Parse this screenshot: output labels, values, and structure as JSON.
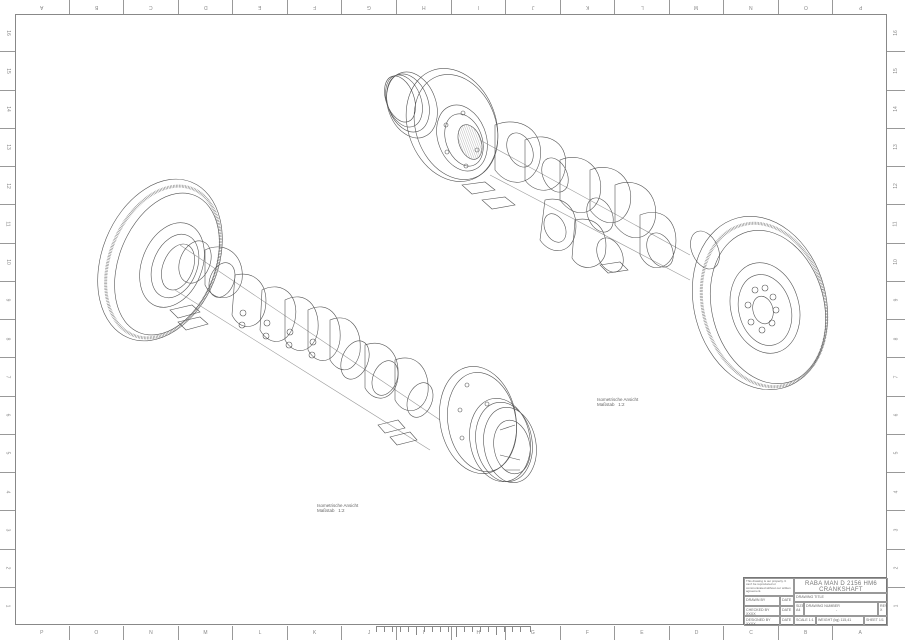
{
  "sheet": {
    "zones_top": [
      "A",
      "B",
      "C",
      "D",
      "E",
      "F",
      "G",
      "H",
      "I",
      "J",
      "K",
      "L",
      "M",
      "N",
      "O",
      "P"
    ],
    "zones_bottom": [
      "P",
      "O",
      "N",
      "M",
      "L",
      "K",
      "J",
      "I",
      "H",
      "G",
      "F",
      "E",
      "D",
      "C",
      "B",
      "A"
    ],
    "zones_left": [
      "16",
      "15",
      "14",
      "13",
      "12",
      "11",
      "10",
      "9",
      "8",
      "7",
      "6",
      "5",
      "4",
      "3",
      "2",
      "1"
    ],
    "zones_right": [
      "16",
      "15",
      "14",
      "13",
      "12",
      "11",
      "10",
      "9",
      "8",
      "7",
      "6",
      "5",
      "4",
      "3",
      "2",
      "1"
    ]
  },
  "views": {
    "view1": {
      "label_line1": "Isometrische Ansicht",
      "label_line2": "Maßstab   1:2"
    },
    "view2": {
      "label_line1": "Isometrische Ansicht",
      "label_line2": "Maßstab   1:2"
    }
  },
  "title_block": {
    "notice": "This drawing is our property. It can't be reproduced or communicated without our written agreement.",
    "drawn_by_label": "DRAWN BY",
    "drawn_by_value": "",
    "date_label_1": "DATE",
    "checked_by_label": "CHECKED BY",
    "checked_by_value": "XXXX",
    "date_label_2": "DATE",
    "designed_by_label": "DESIGNED BY",
    "designed_by_value": "XXXX",
    "date_label_3": "DATE",
    "company_line1": "RABA MAN D 2156 HM6",
    "company_line2": "CRANKSHAFT",
    "drawing_title_label": "DRAWING TITLE",
    "size_label": "SIZE",
    "size_value": "A4",
    "drawing_number_label": "DRAWING NUMBER",
    "drawing_number_value": "-",
    "rev_label": "REV",
    "rev_value": "X",
    "scale_label": "SCALE",
    "scale_value": "1:1",
    "weight_label": "WEIGHT (kg)",
    "weight_value": "115,41",
    "sheet_label": "SHEET",
    "sheet_value": "1/1"
  }
}
